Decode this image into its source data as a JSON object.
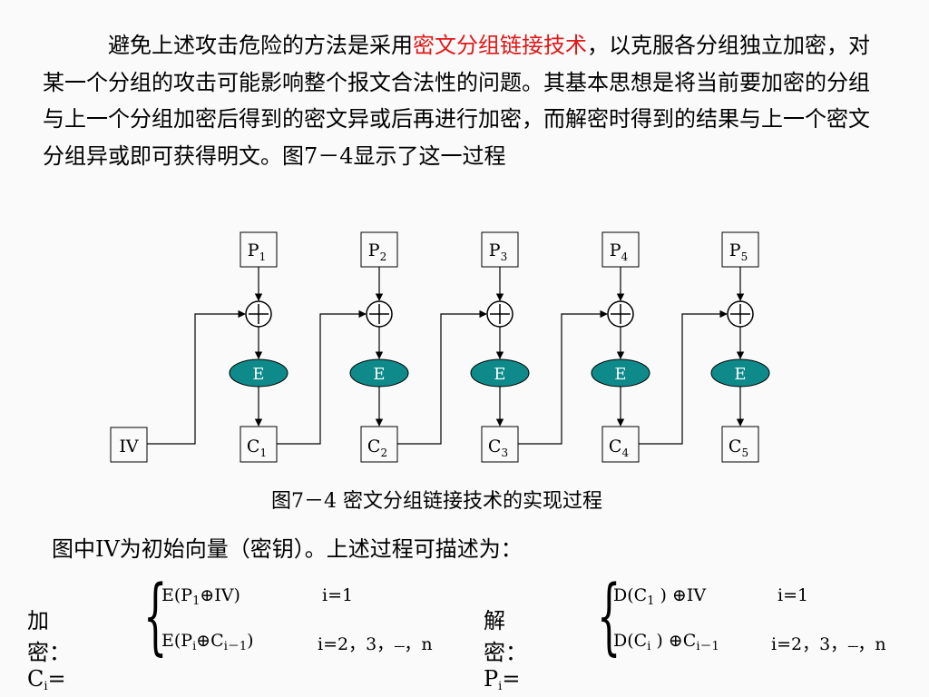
{
  "intro": {
    "part1": "避免上述攻击危险的方法是采用",
    "highlight": "密文分组链接技术",
    "part2": "，以克服各分组独立加密，对某一个分组的攻击可能影响整个报文合法性的问题。其基本思想是将当前要加密的分组与上一个分组加密后得到的密文异或后再进行加密，而解密时得到的结果与上一个密文分组异或即可获得明文。图7－4显示了这一过程"
  },
  "diagram": {
    "plaintext_letter": "P",
    "ciphertext_letter": "C",
    "encrypt_label": "E",
    "xor_symbol": "+",
    "iv_label": "IV",
    "block_indices": [
      "1",
      "2",
      "3",
      "4",
      "5"
    ]
  },
  "caption": "图7－4 密文分组链接技术的实现过程",
  "note": "图中IV为初始向量（密钥）。上述过程可描述为：",
  "encrypt_formula": {
    "label": "加密：",
    "lhs_letter": "C",
    "lhs_sub": "i",
    "eq": "=",
    "case1_expr_a": "E(P",
    "case1_sub": "1",
    "case1_expr_b": "⊕IV)",
    "case1_cond": "i=1",
    "case2_expr_a": "E(P",
    "case2_sub1": "i",
    "case2_expr_b": "⊕C",
    "case2_sub2": "i－1",
    "case2_expr_c": ")",
    "case2_cond_a": "i=2，3，",
    "case2_dots": "---",
    "case2_cond_b": "，n"
  },
  "decrypt_formula": {
    "label": "解密：",
    "lhs_letter": "P",
    "lhs_sub": "i",
    "eq": "=",
    "case1_expr_a": "D(C",
    "case1_sub": "1",
    "case1_expr_b": " ) ⊕IV",
    "case1_cond": "i=1",
    "case2_expr_a": "D(C",
    "case2_sub1": "i",
    "case2_expr_b": " ) ⊕C",
    "case2_sub2": "i－1",
    "case2_cond_a": "i=2，3，",
    "case2_dots": "---",
    "case2_cond_b": "，n"
  },
  "colors": {
    "highlight": "#e01818",
    "encrypt_fill": "#0e8a8a",
    "box_stroke": "#000000"
  }
}
